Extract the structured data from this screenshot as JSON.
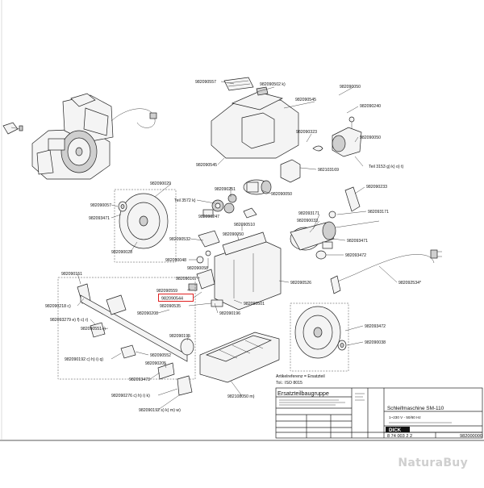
{
  "labels": [
    "982090557",
    "982090502 k)",
    "982090050",
    "982090545",
    "982090240",
    "982090323",
    "982090050",
    "982103169",
    "982090545",
    "Teil 3153 g) k) o) t)",
    "982090029",
    "982090251",
    "982090050",
    "982090233",
    "Teil 3572 k)",
    "982090057",
    "982090247",
    "982093171",
    "982093471",
    "982093171",
    "982090033",
    "982090510",
    "982090532",
    "982090050",
    "982090028",
    "982093471",
    "982090048",
    "982090058",
    "982093472",
    "982090167",
    "982092534*",
    "982090151",
    "982090526",
    "982090559",
    "982090544",
    "982090535",
    "982090501",
    "982090218 c)",
    "982090196",
    "982093279 e) f) c) r)",
    "982090208",
    "982090195",
    "982093472",
    "982090551 r)",
    "982090552",
    "982090038",
    "982090192 c) h) i) q)",
    "982090205",
    "982093473",
    "982090276 c) h) i) k)",
    "982090192 s) k) m) w)",
    "982108050 m)"
  ],
  "highlighted_label": "982090544",
  "reference_note": {
    "line1": "Artikelreferenz = Ersatzteil",
    "line2": "Tol.: ISO 8015"
  },
  "title_block": {
    "heading": "Ersatzteilbaugruppe",
    "machine": "Schleifmaschine SM-110",
    "spec": "1~230 V - 50/60 Hz",
    "brand": "DICK",
    "drawing_no": "8 74 003 2 2",
    "number": "982000000"
  },
  "watermark": "NaturaBuy"
}
